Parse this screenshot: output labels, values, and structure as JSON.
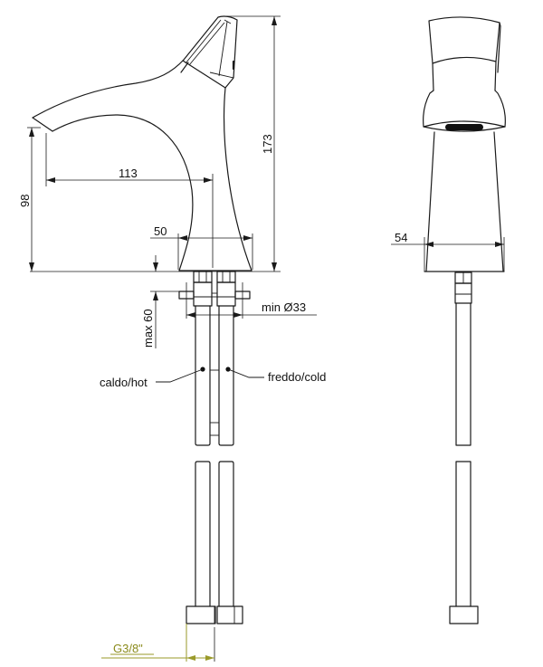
{
  "drawing": {
    "title": "Single-lever basin mixer technical drawing",
    "colors": {
      "line": "#1a1a1a",
      "thread_annotation": "#9a9a2a",
      "background": "#ffffff"
    },
    "side_view": {
      "dimensions": {
        "total_height": "173",
        "spout_height": "98",
        "spout_projection": "113",
        "base_width": "50",
        "max_deck_thickness": "max 60",
        "min_hole_diameter": "min Ø33",
        "thread": "G3/8\""
      },
      "labels": {
        "hot": "caldo/hot",
        "cold": "freddo/cold"
      }
    },
    "front_view": {
      "dimensions": {
        "base_width": "54"
      }
    }
  }
}
